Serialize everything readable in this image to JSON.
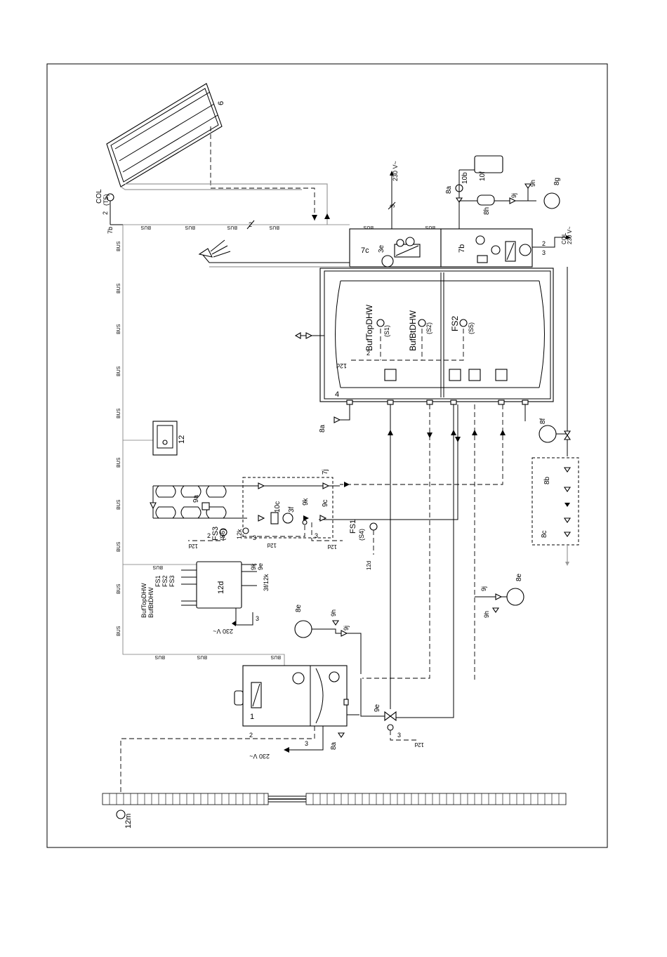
{
  "labels": {
    "collector": "6",
    "col_sensor": "COL",
    "col_sensor_sub": "(T5)",
    "bus_cable": "7b",
    "two_wire": "2",
    "three_wire": "3",
    "bus": "BUS",
    "module_7c": "7c",
    "valve_3e": "3e",
    "module_7b": "7b",
    "mains_230": "230 V~",
    "sensor_buftop": "BufTopDHW",
    "sensor_buftop_sub": "(S1)",
    "sensor_bufbt": "BufBtDHW",
    "sensor_bufbt_sub": "(S2)",
    "sensor_fs2": "FS2",
    "sensor_fs2_sub": "(S5)",
    "cable_12d": "12d",
    "tank": "4",
    "relief_8a": "8a",
    "relief_8b": "8b",
    "vessel_8e": "8e",
    "vessel_8f": "8f",
    "vessel_8g": "8g",
    "vessel_8h": "8h",
    "valve_9a": "9a",
    "valve_9c": "9c",
    "valve_9e": "9e",
    "valve_9h": "9h",
    "valve_9j": "9j",
    "valve_9k": "9k",
    "pump_3f": "3f",
    "sensor_10b": "10b",
    "meter_10c": "10c",
    "tank_10f": "10f",
    "group_7j": "7j",
    "group_8c": "8c",
    "fs1": "FS1",
    "fs1_sub": "(S4)",
    "fs3": "FS3",
    "fs3_sub": "(S6)",
    "sensor_12k": "12k",
    "controller_12": "12",
    "controller_12d": "12d",
    "boiler_1": "1",
    "outdoor_12m": "12m",
    "col_short": "COL",
    "t_buftop": "BufTopDHW",
    "t_bufbt": "BufBtDHW",
    "t_fs1": "FS1",
    "t_fs2": "FS2",
    "t_fs3": "FS3",
    "t_9e": "9e",
    "t_9k": "9k",
    "t_3f12k": "3f/12k"
  }
}
